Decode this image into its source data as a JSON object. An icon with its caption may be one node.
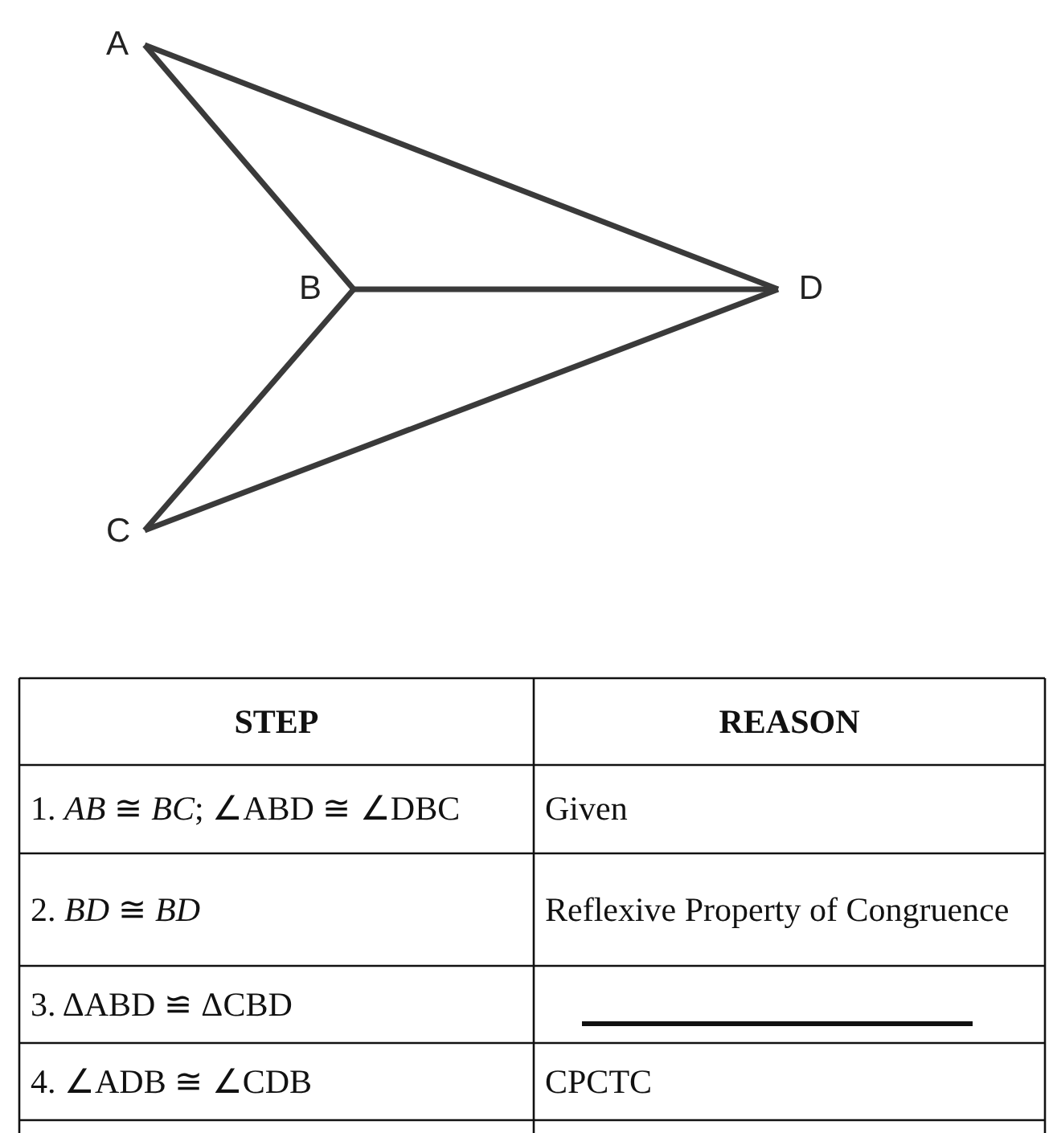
{
  "diagram": {
    "nodes": [
      {
        "text": [
          "A"
        ]
      },
      {
        "text": [
          "B"
        ]
      },
      {
        "text": [
          "C"
        ]
      },
      {
        "text": [
          "D"
        ]
      }
    ],
    "edges": [
      {
        "from": 0,
        "to": 1,
        "arrow": "none"
      },
      {
        "from": 0,
        "to": 3,
        "arrow": "none"
      },
      {
        "from": 1,
        "to": 3,
        "arrow": "none"
      },
      {
        "from": 1,
        "to": 2,
        "arrow": "none"
      },
      {
        "from": 2,
        "to": 3,
        "arrow": "none"
      }
    ],
    "labels": [
      "STEP",
      "REASON",
      "1. *AB* ≅ *BC*; ∠ABD ≅ ∠DBC",
      "Given",
      "2. *BD* ≅ *BD*",
      "Reflexive Property of Congruence",
      "3.  ΔABD  ≌  ΔCBD",
      "4. ∠ADB ≅ ∠CDB",
      "CPCTC"
    ]
  }
}
